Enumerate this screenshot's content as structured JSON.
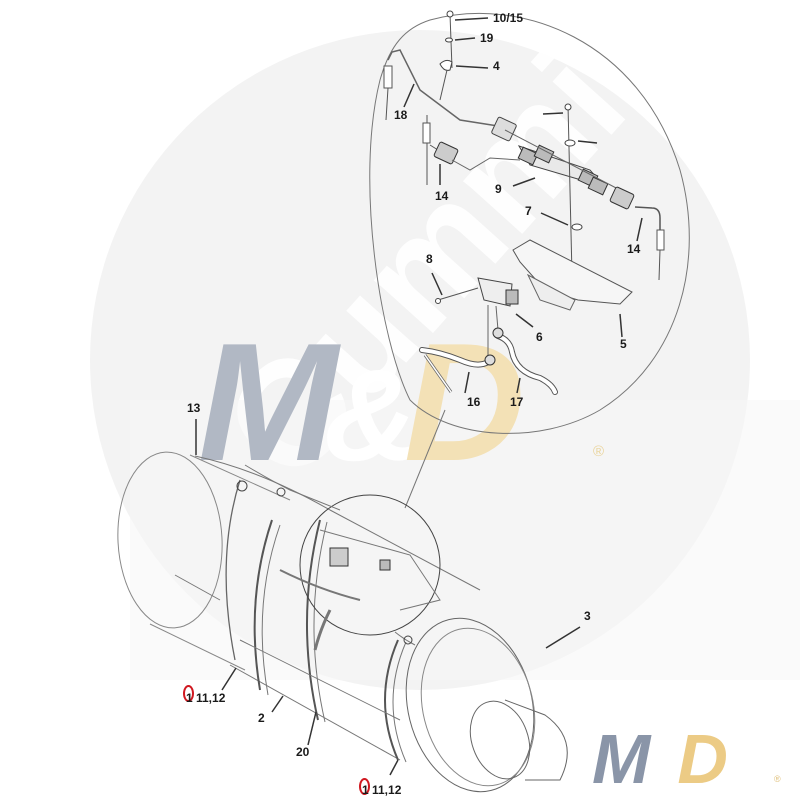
{
  "diagram": {
    "type": "exploded-parts-diagram",
    "subject": "Aftertreatment canister with sensor module assembly",
    "watermarks": {
      "background_brand": "Cummins",
      "center_logo": {
        "text_left": "M",
        "amp": "&",
        "text_right": "D",
        "reg": "®"
      },
      "corner_logo": {
        "text_left": "M",
        "amp": "&",
        "text_right": "D",
        "reg": "®"
      },
      "colors": {
        "gray": "#a9b1bf",
        "gold": "#efd79e",
        "corner_gray": "#8a95a8",
        "corner_gold": "#eccb85",
        "cummins_circle": "#f2f2f2"
      }
    },
    "highlight_color": "#d01820",
    "callouts": [
      {
        "id": "c-10-15",
        "label": "10/15"
      },
      {
        "id": "c-19",
        "label": "19"
      },
      {
        "id": "c-4",
        "label": "4"
      },
      {
        "id": "c-18",
        "label": "18"
      },
      {
        "id": "c-14a",
        "label": "14"
      },
      {
        "id": "c-9",
        "label": "9"
      },
      {
        "id": "c-7",
        "label": "7"
      },
      {
        "id": "c-14b",
        "label": "14"
      },
      {
        "id": "c-8",
        "label": "8"
      },
      {
        "id": "c-6",
        "label": "6"
      },
      {
        "id": "c-5",
        "label": "5"
      },
      {
        "id": "c-16",
        "label": "16"
      },
      {
        "id": "c-17",
        "label": "17"
      },
      {
        "id": "c-13",
        "label": "13"
      },
      {
        "id": "c-3",
        "label": "3"
      },
      {
        "id": "c-2",
        "label": "2"
      },
      {
        "id": "c-20",
        "label": "20"
      },
      {
        "id": "c-1a",
        "label": "1",
        "highlighted": true
      },
      {
        "id": "c-11-12a",
        "label": "11,12"
      },
      {
        "id": "c-1b",
        "label": "1",
        "highlighted": true
      },
      {
        "id": "c-11-12b",
        "label": "11,12"
      }
    ]
  }
}
